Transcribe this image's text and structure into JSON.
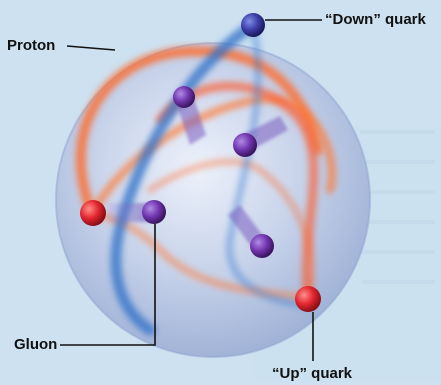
{
  "labels": {
    "proton": "Proton",
    "gluon": "Gluon",
    "down_quark": "“Down” quark",
    "up_quark": "“Up” quark"
  },
  "colors": {
    "background": "#cfe3f1",
    "sphere": "#b9c9e4",
    "red_quark": "#e8283a",
    "blue_quark": "#4a3fb0",
    "purple_quark": "#7a3fb8",
    "gluon_orange": "#ff6a2a",
    "gluon_blue": "#2f6fc8"
  }
}
